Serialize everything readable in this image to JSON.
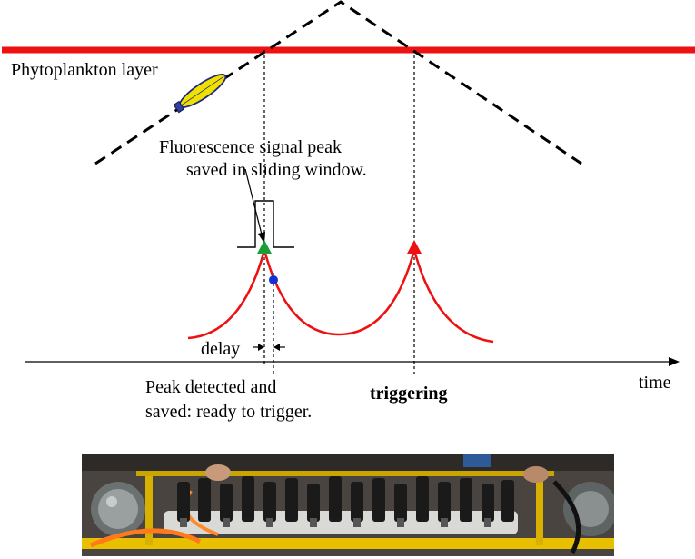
{
  "labels": {
    "layer": "Phytoplankton layer",
    "peak_saved_line1": "Fluorescence signal peak",
    "peak_saved_line2": "saved in sliding window.",
    "delay": "delay",
    "detected_line1": "Peak detected and",
    "detected_line2": "saved: ready to trigger.",
    "triggering": "triggering",
    "time": "time"
  },
  "colors": {
    "layer_line": "#ee1111",
    "signal_curve": "#ee1111",
    "trajectory": "#000000",
    "saved_peak_marker": "#1a9e3a",
    "trigger_marker": "#ee1111",
    "detection_dot": "#1530d0",
    "glider_body": "#f0e000",
    "glider_tail": "#3040a0"
  },
  "icons": {
    "glider": "glider-icon",
    "saved_peak": "triangle-up-icon",
    "trigger": "triangle-up-icon",
    "detection": "dot-icon"
  },
  "photo": {
    "description_name": "sampler-photo"
  }
}
